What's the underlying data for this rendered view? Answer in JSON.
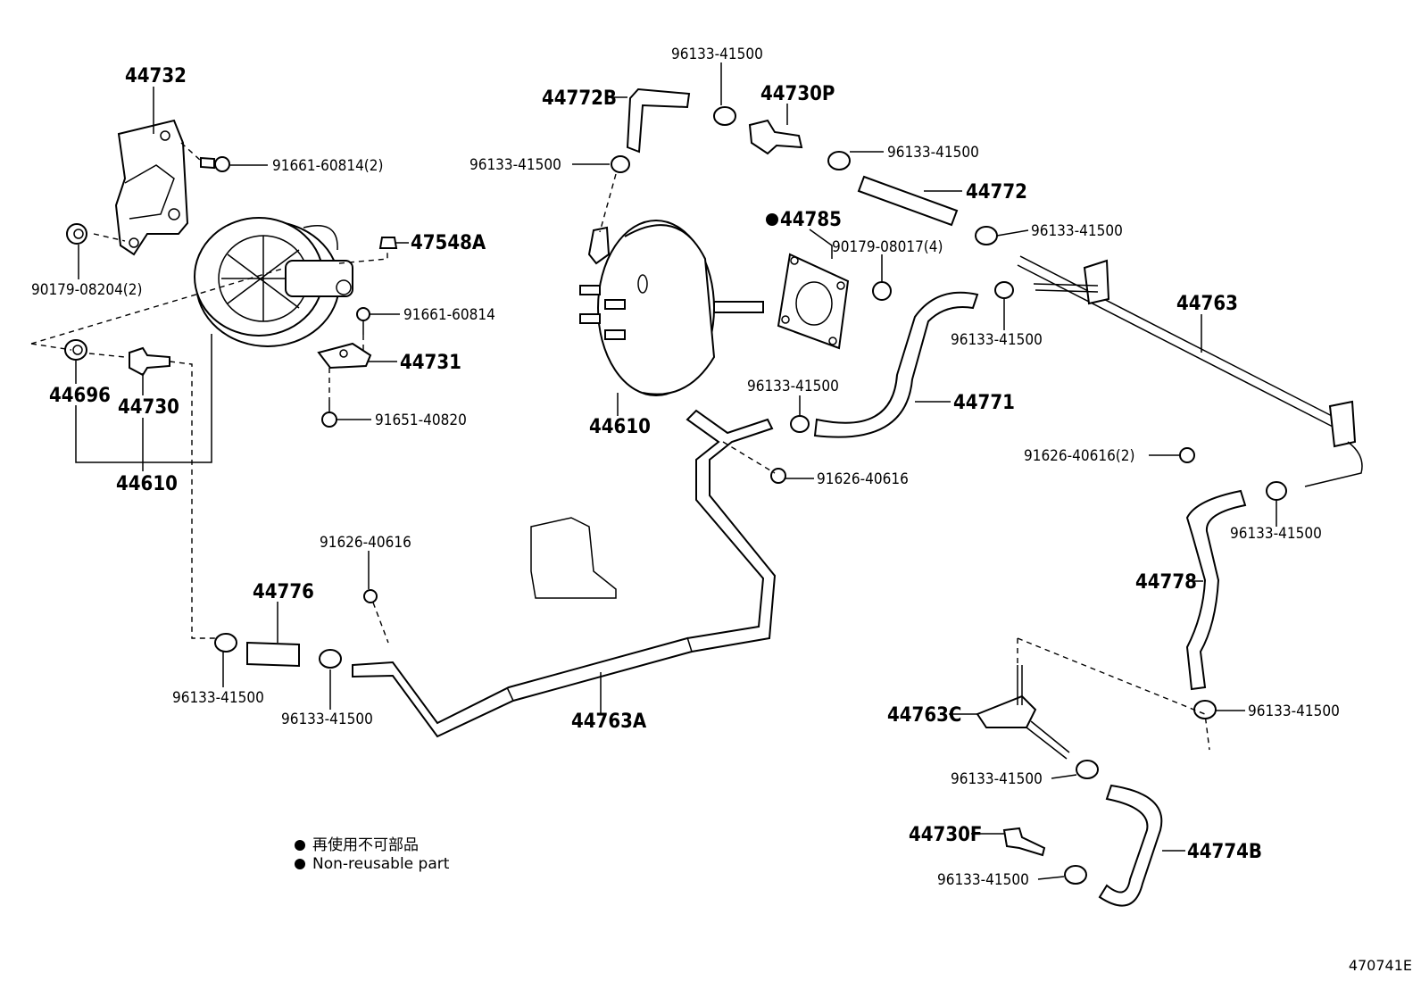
{
  "labels": {
    "l44732": "44732",
    "l9166160814_2": "91661-60814(2)",
    "l47548A": "47548A",
    "l9017908204": "90179-08204(2)",
    "l9166160814": "91661-60814",
    "l44731": "44731",
    "l44696": "44696",
    "l44730": "44730",
    "l44610a": "44610",
    "l9165140820": "91651-40820",
    "l96133_top": "96133-41500",
    "l44772B": "44772B",
    "l44730P": "44730P",
    "l96133_left": "96133-41500",
    "l96133_r1": "96133-41500",
    "l44772": "44772",
    "l44785": "44785",
    "l9017908017": "90179-08017(4)",
    "l96133_r2": "96133-41500",
    "l44763": "44763",
    "l96133_mid": "96133-41500",
    "l96133_c": "96133-41500",
    "l44771": "44771",
    "l44610b": "44610",
    "l9162640616_2": "91626-40616(2)",
    "l9162640616_c": "91626-40616",
    "l96133_r3": "96133-41500",
    "l9162640616_b": "91626-40616",
    "l44776": "44776",
    "l44778": "44778",
    "l96133_bl1": "96133-41500",
    "l96133_bl2": "96133-41500",
    "l44763A": "44763A",
    "l96133_r4": "96133-41500",
    "l44763C": "44763C",
    "l96133_b1": "96133-41500",
    "l44730F": "44730F",
    "l44774B": "44774B",
    "l96133_b2": "96133-41500"
  },
  "legend": {
    "japanese": "再使用不可部品",
    "english": "Non-reusable part"
  },
  "ref_code": "470741E"
}
